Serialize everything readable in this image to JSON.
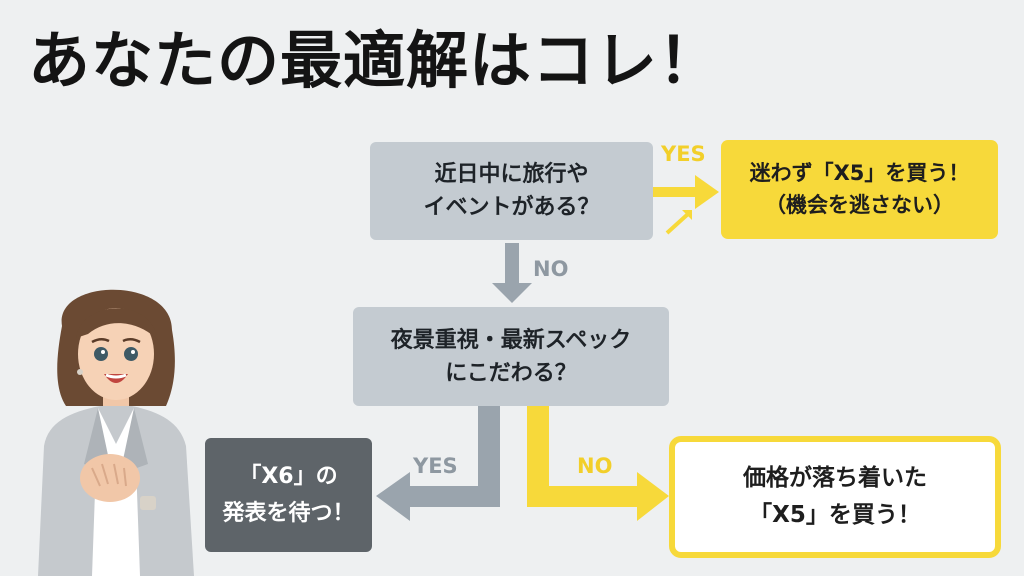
{
  "title": "あなたの最適解はコレ！",
  "q1": {
    "line1": "近日中に旅行や",
    "line2": "イベントがある？"
  },
  "a1": {
    "line1": "迷わず「X5」を買う！",
    "line2": "（機会を逃さない）"
  },
  "q2": {
    "line1": "夜景重視・最新スペック",
    "line2": "にこだわる？"
  },
  "a2": {
    "line1": "「X6」の",
    "line2": "発表を待つ！"
  },
  "a3": {
    "line1": "価格が落ち着いた",
    "line2": "「X5」を買う！"
  },
  "labels": {
    "q1_yes": "YES",
    "q1_no": "NO",
    "q2_yes": "YES",
    "q2_no": "NO"
  },
  "colors": {
    "yes_path": "#f7d93a",
    "no_path": "#9aa4ad",
    "dark_box": "#5e6469",
    "question_box": "#c4cbd1"
  },
  "icons": {
    "presenter": "woman-clasping-hands-illustration"
  }
}
